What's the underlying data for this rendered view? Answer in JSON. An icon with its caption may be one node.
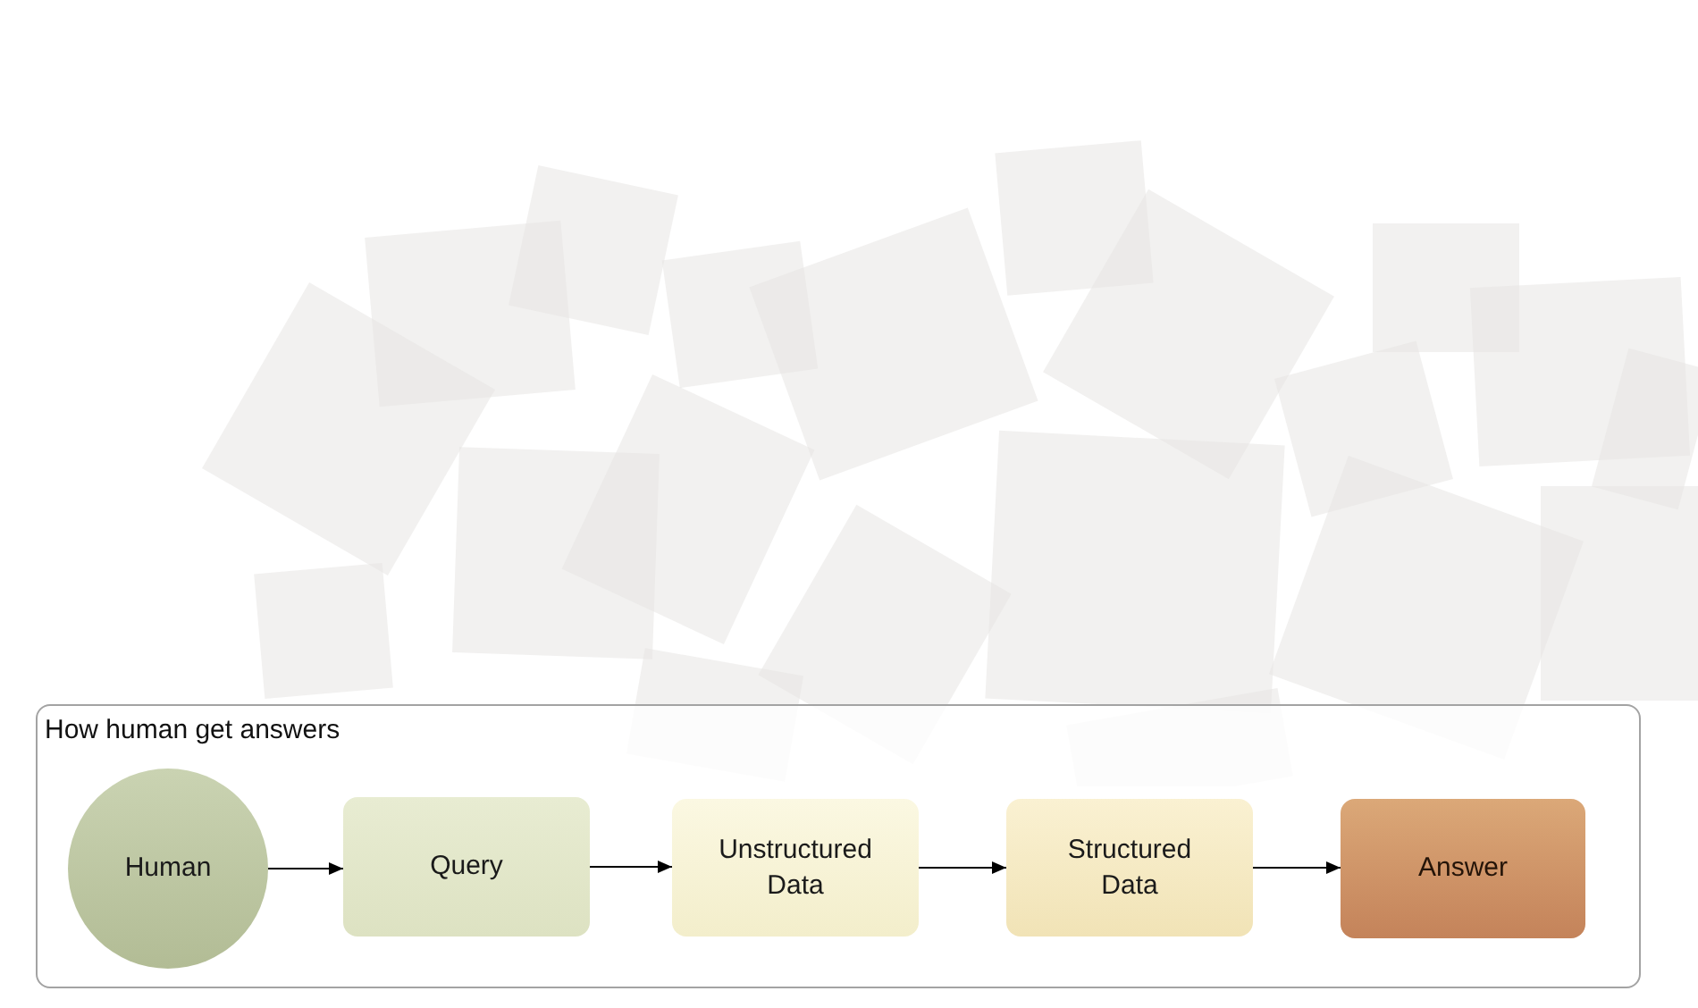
{
  "diagram": {
    "nodes": [
      {
        "text": [
          "How human get answers"
        ]
      },
      {
        "text": [
          "Human"
        ],
        "in": 0
      },
      {
        "text": [
          "Query"
        ],
        "in": 0
      },
      {
        "text": [
          "Unstructured Data"
        ],
        "in": 0
      },
      {
        "text": [
          "Structured Data"
        ],
        "in": 0
      },
      {
        "text": [
          "Answer"
        ],
        "in": 0
      }
    ],
    "edges": [
      {
        "from": 1,
        "to": 2,
        "arrow": "to"
      },
      {
        "from": 2,
        "to": 3,
        "arrow": "to"
      },
      {
        "from": 3,
        "to": 4,
        "arrow": "to"
      },
      {
        "from": 4,
        "to": 5,
        "arrow": "to"
      }
    ]
  }
}
